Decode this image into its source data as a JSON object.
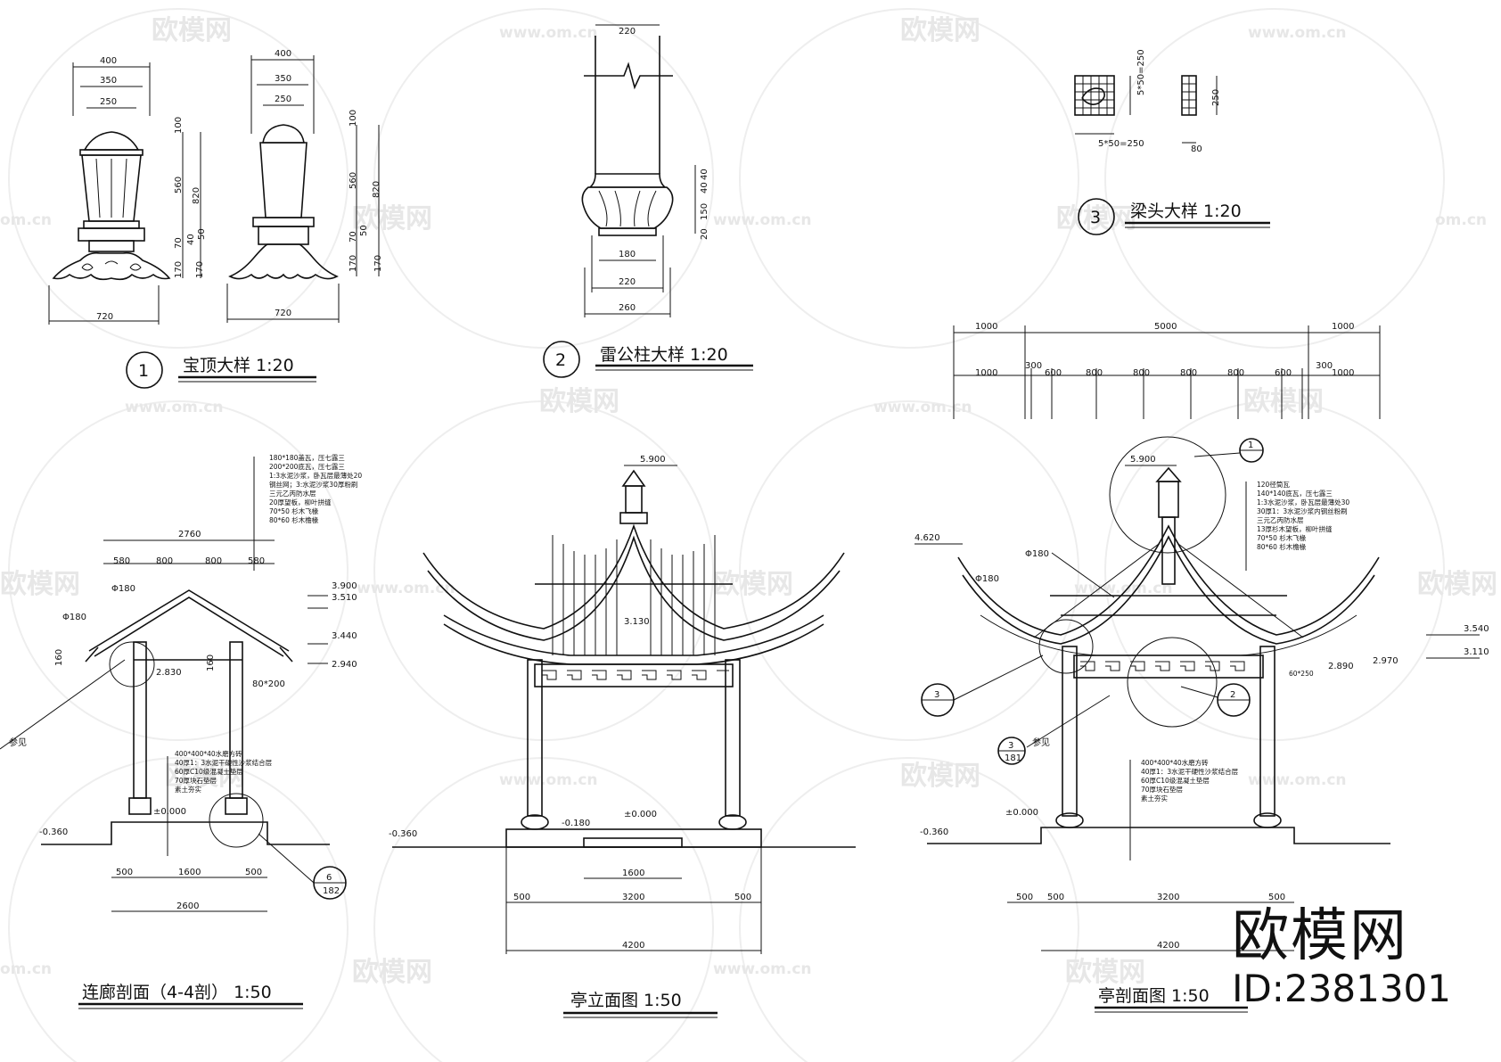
{
  "titles": {
    "d1": "宝顶大样  1:20",
    "d1_num": "1",
    "d2": "雷公柱大样  1:20",
    "d2_num": "2",
    "d3": "梁头大样  1:20",
    "d3_num": "3",
    "corridor": "连廊剖面（4-4剖） 1:50",
    "elevation": "亭立面图  1:50",
    "section": "亭剖面图  1:50"
  },
  "d1": {
    "w400": "400",
    "w350": "350",
    "w250": "250",
    "w720": "720",
    "h100": "100",
    "h560": "560",
    "h820": "820",
    "h70": "70",
    "h40": "40",
    "h50": "50",
    "h170": "170"
  },
  "d2": {
    "w220": "220",
    "w180": "180",
    "w260": "260",
    "h40": "40",
    "h150": "150",
    "h20": "20"
  },
  "d3": {
    "a": "5*50=250",
    "b": "5*50=250",
    "c": "250",
    "d": "80"
  },
  "top_dims": {
    "a": "1000",
    "b": "5000",
    "row2": [
      "1000",
      "300",
      "600",
      "800",
      "800",
      "800",
      "800",
      "600",
      "300",
      "1000"
    ]
  },
  "corridor": {
    "w2760": "2760",
    "w580": "580",
    "w800": "800",
    "phi": "Φ180",
    "el1": "3.900",
    "el2": "3.510",
    "el3": "3.440",
    "el4": "2.940",
    "el5": "2.830",
    "beam": "80*200",
    "h160": "160",
    "ref": "参见",
    "zero": "±0.000",
    "neg": "-0.360",
    "b500": "500",
    "b1600": "1600",
    "b2600": "2600",
    "callout_top": "6",
    "callout_bot": "182",
    "notes_roof": [
      "180*180盖瓦，压七露三",
      "200*200底瓦，压七露三",
      "1:3水泥沙浆，卧瓦层最薄处20",
      "钢丝网；3:水泥沙浆30厚粉刷",
      "三元乙丙防水层",
      "20厚望板，柳叶拼缝",
      "70*50 杉木飞椽",
      "80*60 杉木檐椽"
    ],
    "notes_floor": [
      "400*400*40水磨方砖",
      "40厚1：3水泥干硬性沙浆结合层",
      "60厚C10级混凝土垫层",
      "70厚块石垫层",
      "素土夯实"
    ]
  },
  "elevation": {
    "top": "5.900",
    "mid": "3.130",
    "zero": "±0.000",
    "neg1": "-0.180",
    "neg2": "-0.360",
    "d1600": "1600",
    "d500": "500",
    "d3200": "3200",
    "d4200": "4200"
  },
  "section": {
    "top": "5.900",
    "e1": "4.620",
    "e2": "3.540",
    "e3": "3.110",
    "e4": "2.970",
    "e5": "2.890",
    "phi": "Φ180",
    "beam": "60*250",
    "c1": "1",
    "c2": "2",
    "c3": "3",
    "c3b": "3",
    "c3c": "181",
    "ref": "参见",
    "zero": "±0.000",
    "neg": "-0.360",
    "d500": "500",
    "d3200": "3200",
    "d4200": "4200",
    "notes_roof": [
      "120径筒瓦",
      "140*140底瓦，压七露三",
      "1:3水泥沙浆，卧瓦层最薄处30",
      "30厚1：3水泥沙浆内钢丝粉刷",
      "三元乙丙防水层",
      "13厚杉木望板，柳叶拼缝",
      "70*50 杉木飞椽",
      "80*60 杉木檐椽"
    ],
    "notes_floor": [
      "400*400*40水磨方砖",
      "40厚1：3水泥干硬性沙浆结合层",
      "60厚C10级混凝土垫层",
      "70厚块石垫层",
      "素土夯实"
    ]
  },
  "watermark": {
    "brand": "欧模网",
    "url": "www.om.cn",
    "url2": "om.cn"
  },
  "logo": {
    "brand": "欧模网",
    "id": "ID:2381301"
  }
}
